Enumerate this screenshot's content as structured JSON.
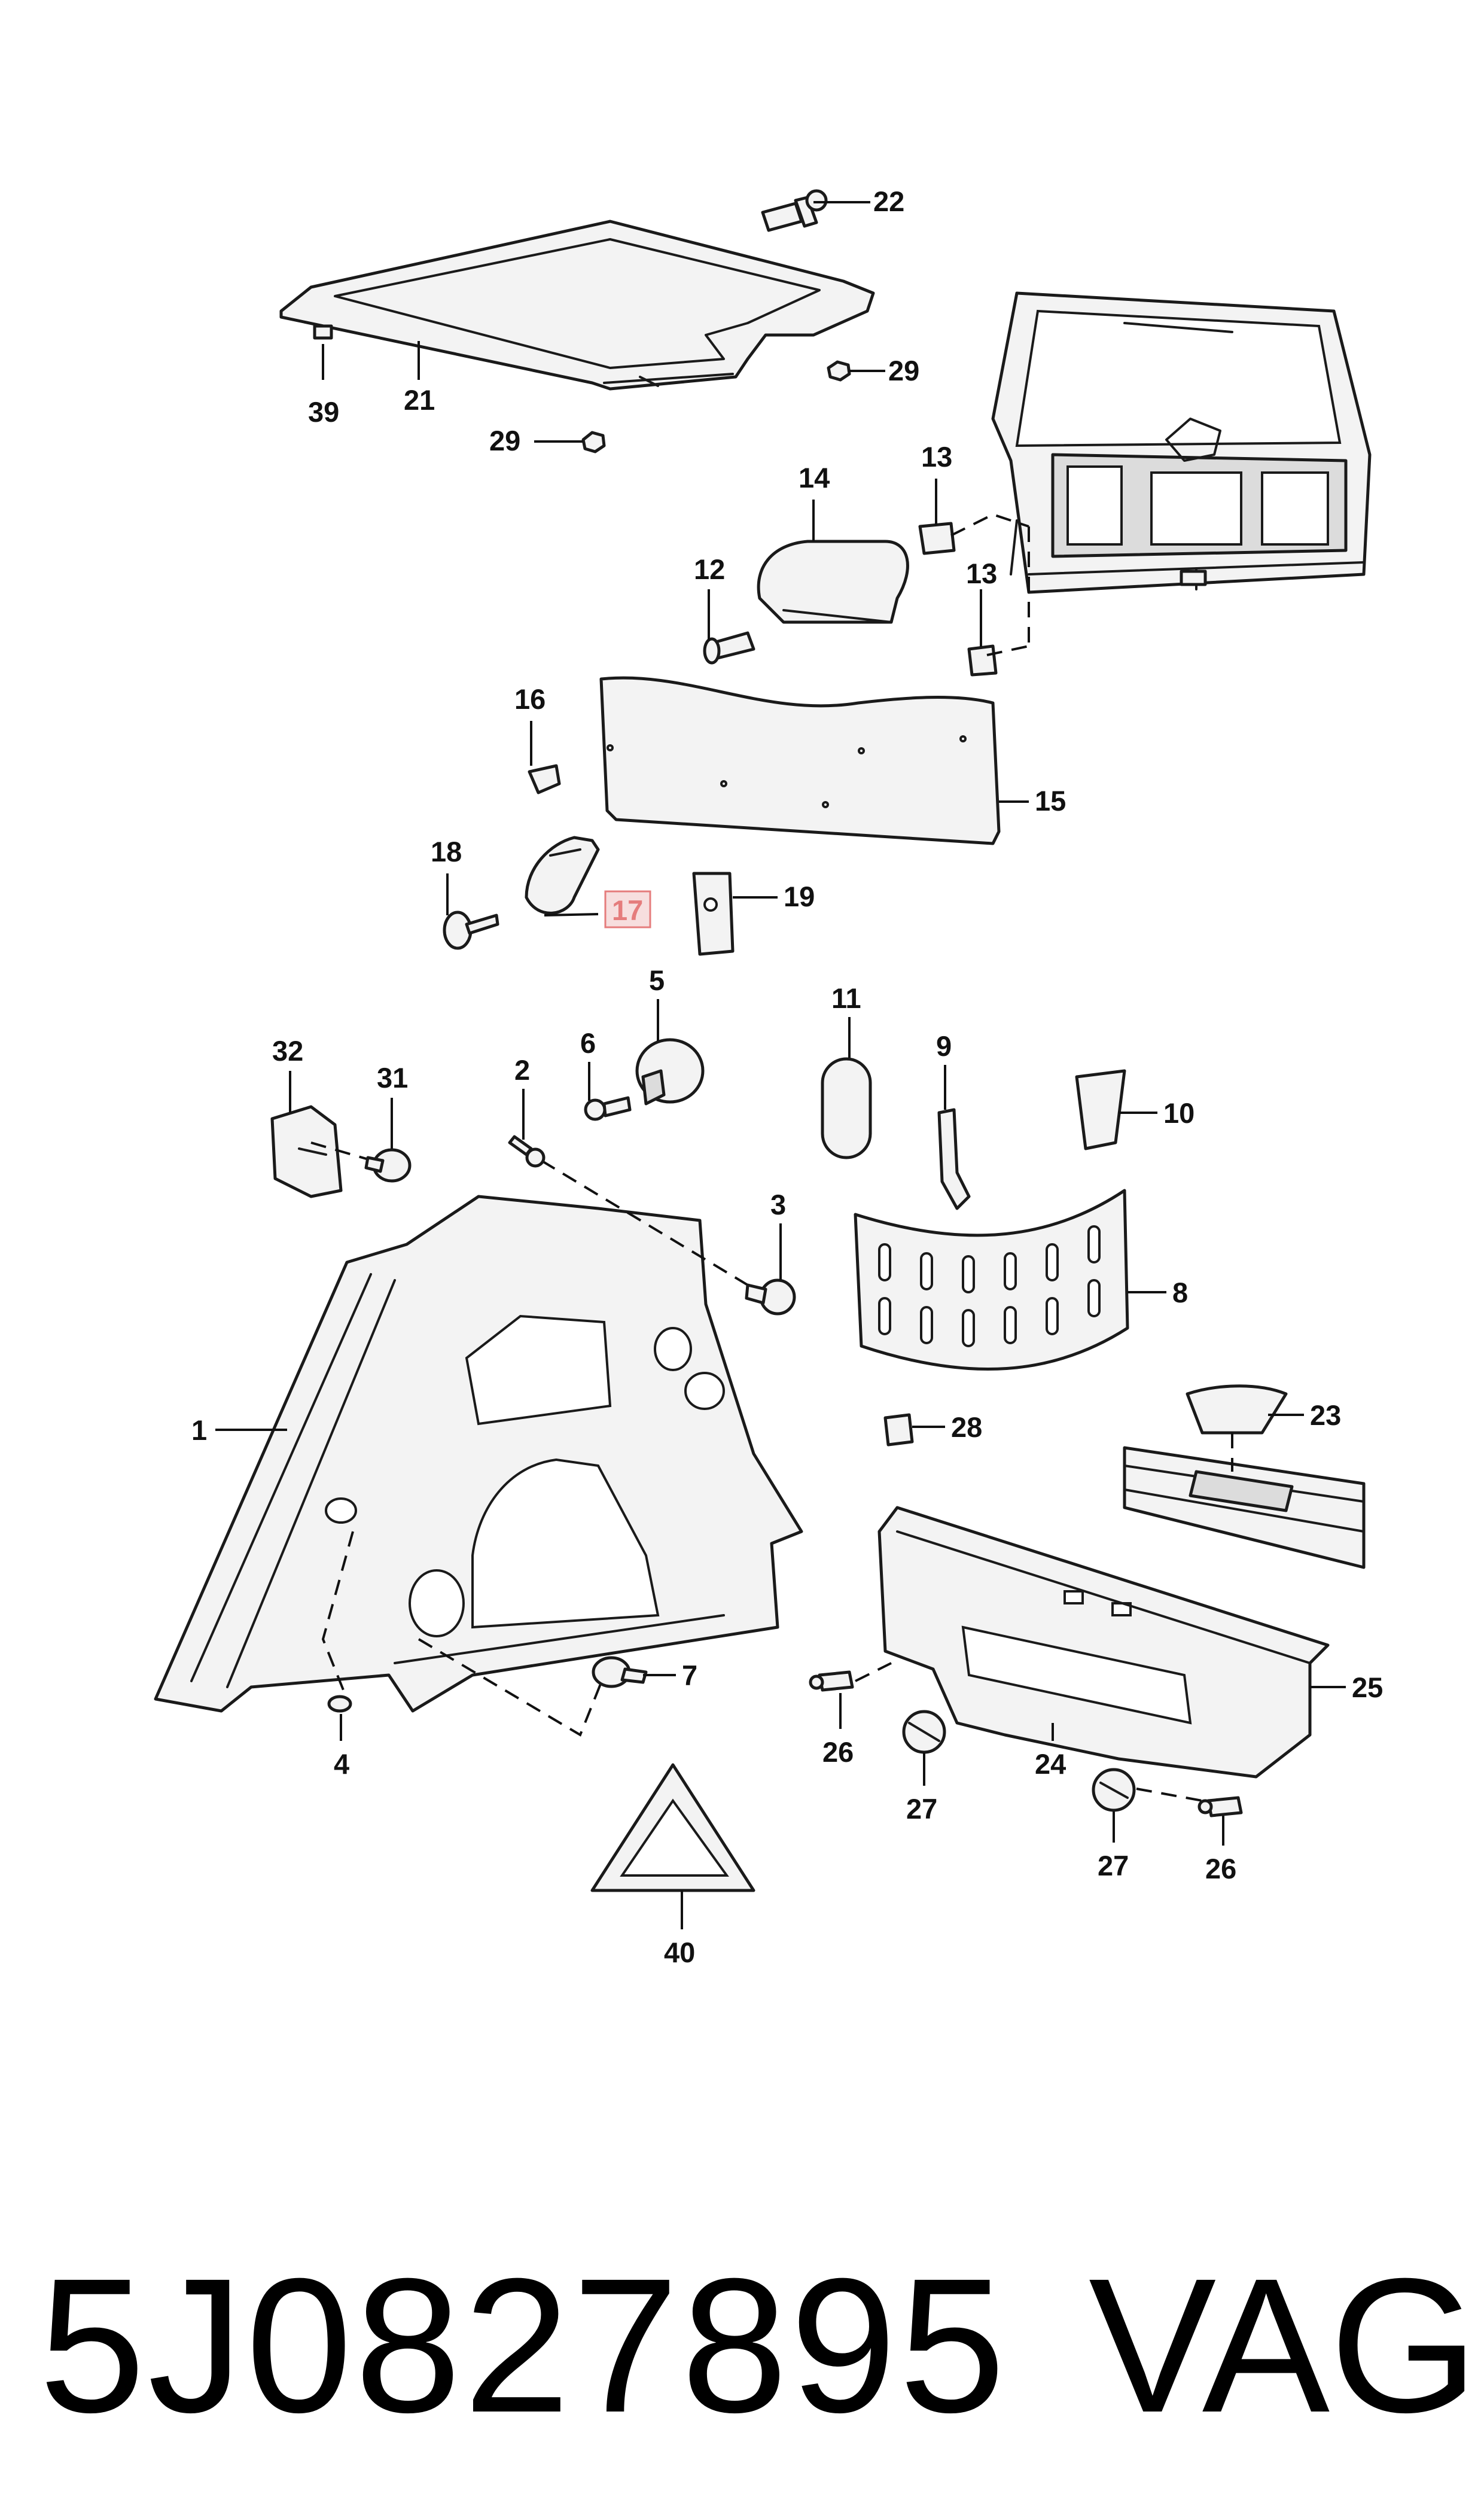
{
  "part_number": "5J0827895",
  "brand": "VAG",
  "highlighted_callout": "17",
  "highlight_color": "#f7dede",
  "highlight_border": "#e57c7c",
  "callouts": {
    "c1": "1",
    "c2": "2",
    "c3": "3",
    "c4": "4",
    "c5": "5",
    "c6": "6",
    "c7": "7",
    "c8": "8",
    "c9": "9",
    "c10": "10",
    "c11": "11",
    "c12": "12",
    "c13a": "13",
    "c13b": "13",
    "c14": "14",
    "c15": "15",
    "c16": "16",
    "c17": "17",
    "c18": "18",
    "c19": "19",
    "c21": "21",
    "c22": "22",
    "c23": "23",
    "c24": "24",
    "c25": "25",
    "c26a": "26",
    "c26b": "26",
    "c27a": "27",
    "c27b": "27",
    "c28": "28",
    "c29a": "29",
    "c29b": "29",
    "c31": "31",
    "c32": "32",
    "c39": "39",
    "c40": "40"
  }
}
